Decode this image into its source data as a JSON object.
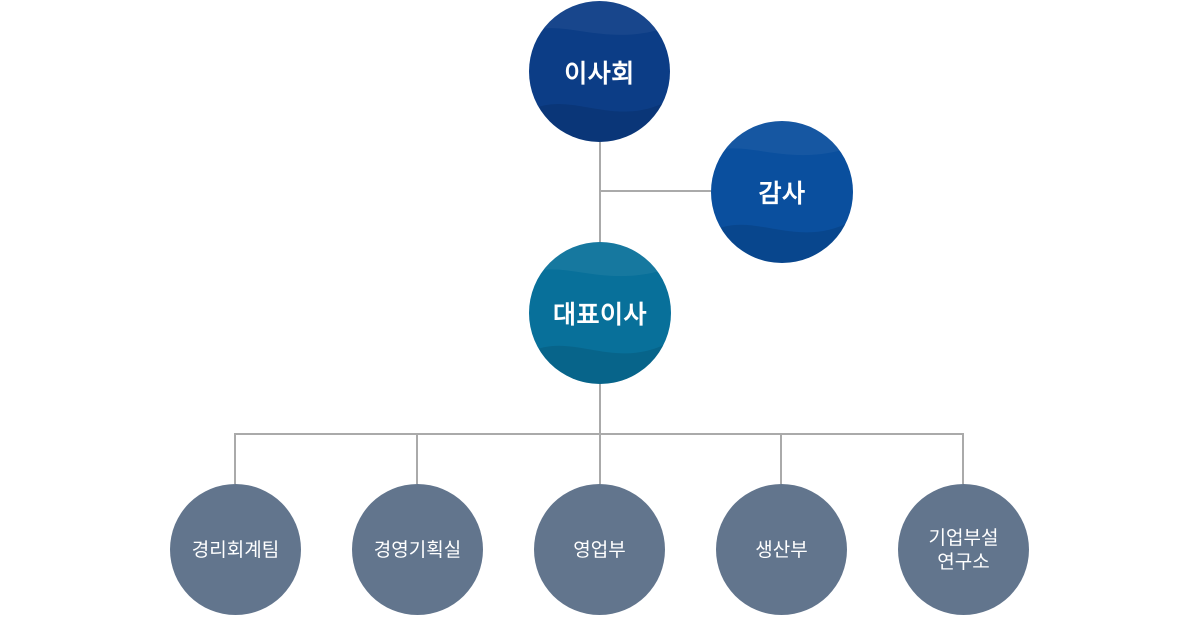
{
  "org": {
    "board": "이사회",
    "audit": "감사",
    "ceo": "대표이사",
    "departments": [
      "경리회계팀",
      "경영기획실",
      "영업부",
      "생산부",
      "기업부설\n연구소"
    ]
  },
  "colors": {
    "board": "#0c3d86",
    "audit": "#0a4f9e",
    "ceo": "#08709a",
    "department": "#62758d",
    "connector": "#aaaaaa"
  }
}
